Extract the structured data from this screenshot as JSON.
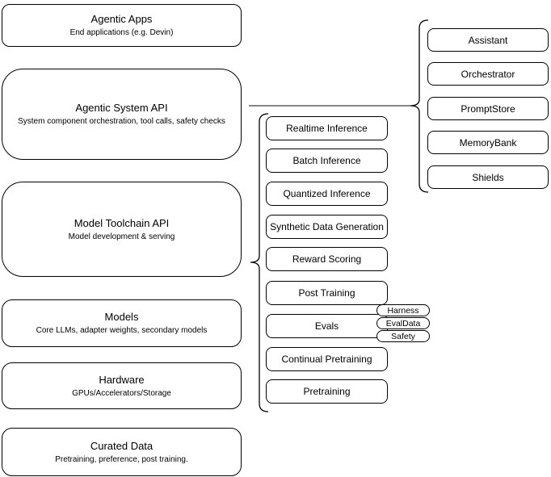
{
  "left_column": {
    "boxes": [
      {
        "title": "Agentic Apps",
        "subtitle": "End applications (e.g. Devin)"
      },
      {
        "title": "Agentic System API",
        "subtitle": "System component orchestration, tool calls, safety checks"
      },
      {
        "title": "Model Toolchain API",
        "subtitle": "Model development & serving"
      },
      {
        "title": "Models",
        "subtitle": "Core LLMs, adapter weights, secondary models"
      },
      {
        "title": "Hardware",
        "subtitle": "GPUs/Accelerators/Storage"
      },
      {
        "title": "Curated Data",
        "subtitle": "Pretraining, preference, post training."
      }
    ]
  },
  "toolchain_column": {
    "items": [
      "Realtime Inference",
      "Batch Inference",
      "Quantized Inference",
      "Synthetic Data Generation",
      "Reward Scoring",
      "Post Training",
      "Evals",
      "Continual Pretraining",
      "Pretraining"
    ]
  },
  "evals_tags": [
    "Harness",
    "EvalData",
    "Safety"
  ],
  "system_column": {
    "items": [
      "Assistant",
      "Orchestrator",
      "PromptStore",
      "MemoryBank",
      "Shields"
    ]
  },
  "colors": {
    "background": "#ffffff",
    "shape_fill": "#ffffff",
    "stroke": "#000000",
    "text": "#000000"
  }
}
